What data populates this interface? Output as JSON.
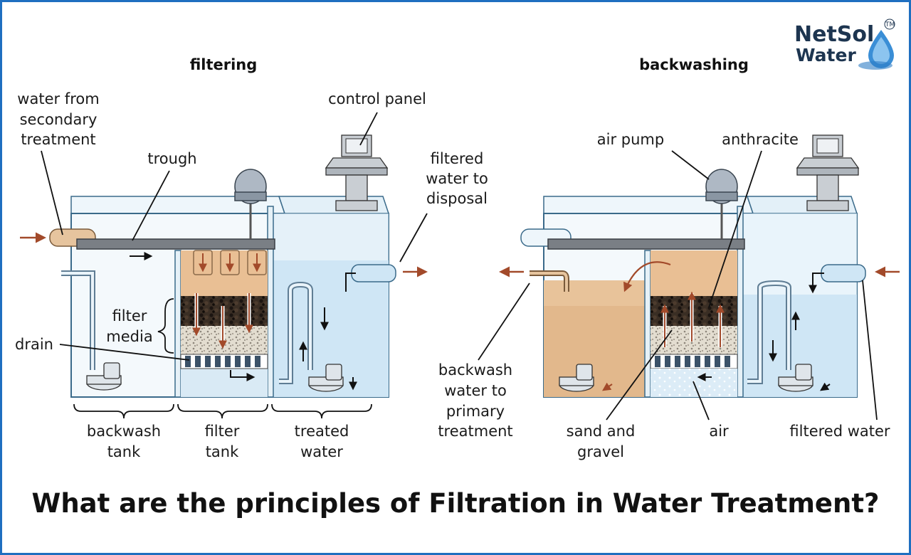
{
  "logo": {
    "line1": "NetSol",
    "line2": "Water",
    "tm": "TM"
  },
  "titles": {
    "left": "filtering",
    "right": "backwashing"
  },
  "left": {
    "water_from": [
      "water from",
      "secondary",
      "treatment"
    ],
    "trough": "trough",
    "control_panel": "control panel",
    "filtered_water": [
      "filtered",
      "water to",
      "disposal"
    ],
    "filter_media": [
      "filter",
      "media"
    ],
    "drain": "drain",
    "backwash_tank": [
      "backwash",
      "tank"
    ],
    "filter_tank": [
      "filter",
      "tank"
    ],
    "treated_water": [
      "treated",
      "water"
    ]
  },
  "right": {
    "air_pump": "air pump",
    "anthracite": "anthracite",
    "backwash_water": [
      "backwash",
      "water to",
      "primary",
      "treatment"
    ],
    "sand_gravel": [
      "sand and",
      "gravel"
    ],
    "air": "air",
    "filtered_water": "filtered water"
  },
  "headline": "What are the principles of Filtration in Water Treatment?",
  "colors": {
    "frame": "#1f6fc0",
    "water": "#cfe6f5",
    "sludge": "#e9bf94",
    "arrow": "#a24a2a"
  }
}
